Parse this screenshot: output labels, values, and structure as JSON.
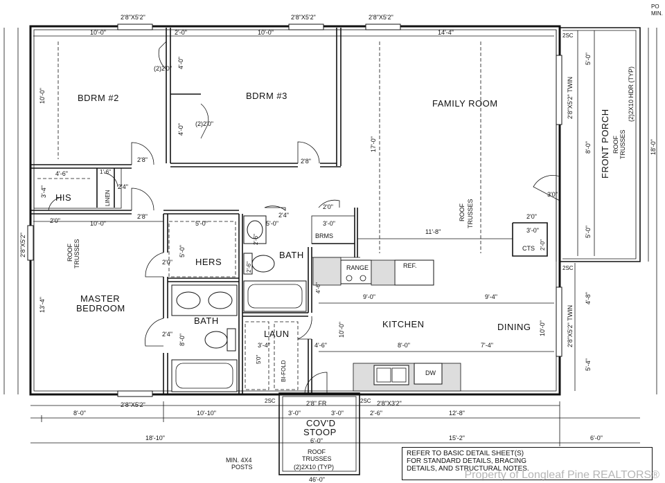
{
  "rooms": {
    "bdrm2": "BDRM #2",
    "bdrm3": "BDRM #3",
    "family": "FAMILY ROOM",
    "his": "HIS",
    "linen": "LINEN",
    "hers": "HERS",
    "bath_upper": "BATH",
    "bath_lower": "BATH",
    "master1": "MASTER",
    "master2": "BEDROOM",
    "brms": "BRMS",
    "range": "RANGE",
    "ref": "REF.",
    "kitchen": "KITCHEN",
    "dining": "DINING",
    "laun": "LAUN",
    "cts": "CTS",
    "dw": "DW",
    "porch": "FRONT PORCH",
    "stoop1": "COV'D",
    "stoop2": "STOOP"
  },
  "dims": {
    "win_top1": "2'8\"X5'2\"",
    "win_top2": "2'8\"X5'2\"",
    "win_top3": "2'8\"X5'2\"",
    "top_b2": "10'-0\"",
    "top_cl": "2'-0\"",
    "top_b3": "10'-0\"",
    "top_fam": "14'-4\"",
    "sc1": "2SC",
    "sc2": "2SC",
    "sc3": "2SC",
    "sc4": "2SC",
    "porch_top": "PO",
    "porch_min": "MIN.",
    "cl_2x2a": "(2)2'0\"",
    "cl_4a": "4'-0\"",
    "cl_2x2b": "(2)2'0\"",
    "cl_4b": "4'-0\"",
    "b2_h": "10'-0\"",
    "door_b2": "2'8\"",
    "door_b3": "2'8\"",
    "fam_h": "17'-0\"",
    "roof1": "ROOF",
    "trusses1": "TRUSSES",
    "twin_a": "2'8\"X5'2\" TWIN",
    "porch_5a": "5'-0\"",
    "porch_8": "8'-0\"",
    "porch_5b": "5'-0\"",
    "porch_roof": "ROOF",
    "porch_trusses": "TRUSSES",
    "hdr": "(2)2X10 HDR (TYP)",
    "porch_18": "18'-0\"",
    "his_4": "4'-6\"",
    "his_3": "3'-4\"",
    "his_2": "2'0\"",
    "lin_1": "1'-6\"",
    "lin_24": "2'4\"",
    "door_m": "2'8\"",
    "m_10": "10'-0\"",
    "hers_5": "5'-0\"",
    "hers_5v": "5'-0\"",
    "hers_2": "2'0\"",
    "bath_24": "2'4\"",
    "bath_5": "5'-0\"",
    "bath_26": "2'-6\"",
    "bath_26b": "2'-6\"",
    "brms_20": "2'0\"",
    "brms_30": "3'-0\"",
    "k_118": "11'-8\"",
    "door_30": "3'0\"",
    "cts_20": "2'0\"",
    "cts_30": "3'-0\"",
    "cts_20v": "2'-0\"",
    "win_left": "2'8\"X5'2\"",
    "m_roof": "ROOF",
    "m_trusses": "TRUSSES",
    "m_134": "13'-4\"",
    "k_46": "4'-6\"",
    "k_90": "9'-0\"",
    "k_94": "9'-4\"",
    "k_48": "4'-8\"",
    "twin_b": "2'8\"X5'2\" TWIN",
    "k_100": "10'-0\"",
    "k_100r": "10'-0\"",
    "k_54": "5'-4\"",
    "lb_24": "2'4\"",
    "lb_80": "8'-0\"",
    "laun_34": "3'-4\"",
    "laun_46": "4'-6\"",
    "k_80": "8'-0\"",
    "k_74": "7'-4\"",
    "laun_50": "5'0\"",
    "bifold": "BI-FOLD",
    "win_bot": "2'8\"X5'2\"",
    "b_80": "8'-0\"",
    "b_1010": "10'-10\"",
    "b_30a": "3'-0\"",
    "b_28fr": "2'8\" FR",
    "b_30b": "3'-0\"",
    "b_28x32": "2'8\"X3'2\"",
    "b_26": "2'-6\"",
    "b_128": "12'-8\"",
    "b_1810": "18'-10\"",
    "b_60": "6'-0\"",
    "b_152": "15'-2\"",
    "b_60r": "6'-0\"",
    "stoop_roof": "ROOF",
    "stoop_trusses": "TRUSSES",
    "stoop_hdr": "(2)2X10 (TYP)",
    "posts1": "MIN. 4X4",
    "posts2": "POSTS",
    "b_460": "46'-0\""
  },
  "notes": {
    "line1": "REFER TO BASIC DETAIL SHEET(S)",
    "line2": "FOR STANDARD DETAILS, BRACING",
    "line3": "DETAILS, AND STRUCTURAL NOTES."
  },
  "watermark": "Property of Longleaf Pine REALTORS®"
}
